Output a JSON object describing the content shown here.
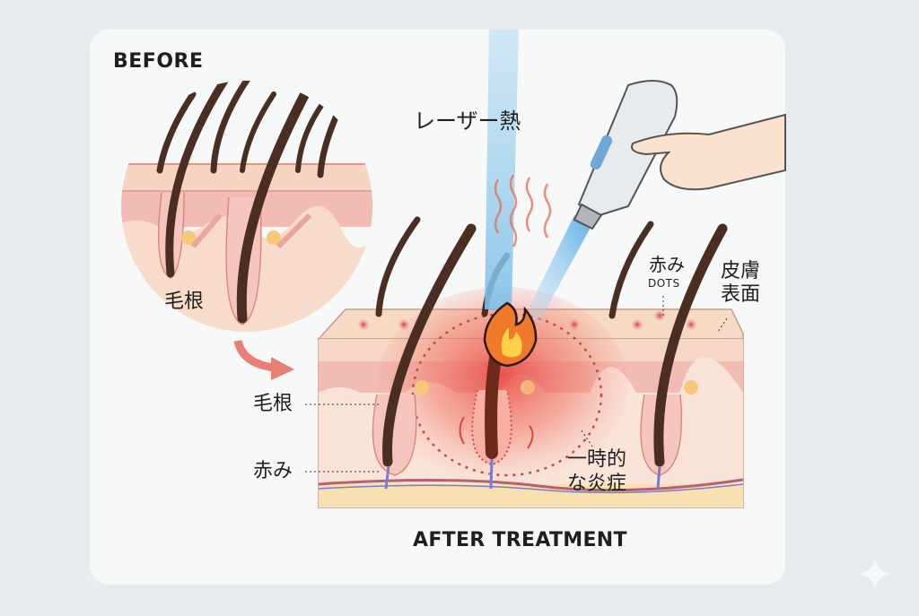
{
  "labels": {
    "before": "BEFORE",
    "after": "AFTER TREATMENT",
    "laser_heat": "レーザー熱",
    "hair_root_before": "毛根",
    "hair_root_after": "毛根",
    "redness": "赤み",
    "redness_dots_title": "赤み",
    "redness_dots_sub": "DOTS",
    "skin_surface_line1": "皮膚",
    "skin_surface_line2": "表面",
    "inflammation_line1": "一時的",
    "inflammation_line2": "な炎症"
  },
  "icons": {
    "flame": "flame-icon",
    "arrow": "curved-arrow-icon",
    "sparkle": "sparkle-icon"
  },
  "colors": {
    "background": "#e9ecef",
    "card": "#f7f9f9",
    "hair": "#4a2e22",
    "skin_top": "#f6d6c4",
    "dermis": "#f3c3ba",
    "fat": "#f8e0b0",
    "inflammation": "#e8413a",
    "laser_beam": "#9fd0ee",
    "flame_outer": "#f07a2a",
    "flame_inner": "#ffd04a",
    "arrow": "#ea7f76"
  }
}
